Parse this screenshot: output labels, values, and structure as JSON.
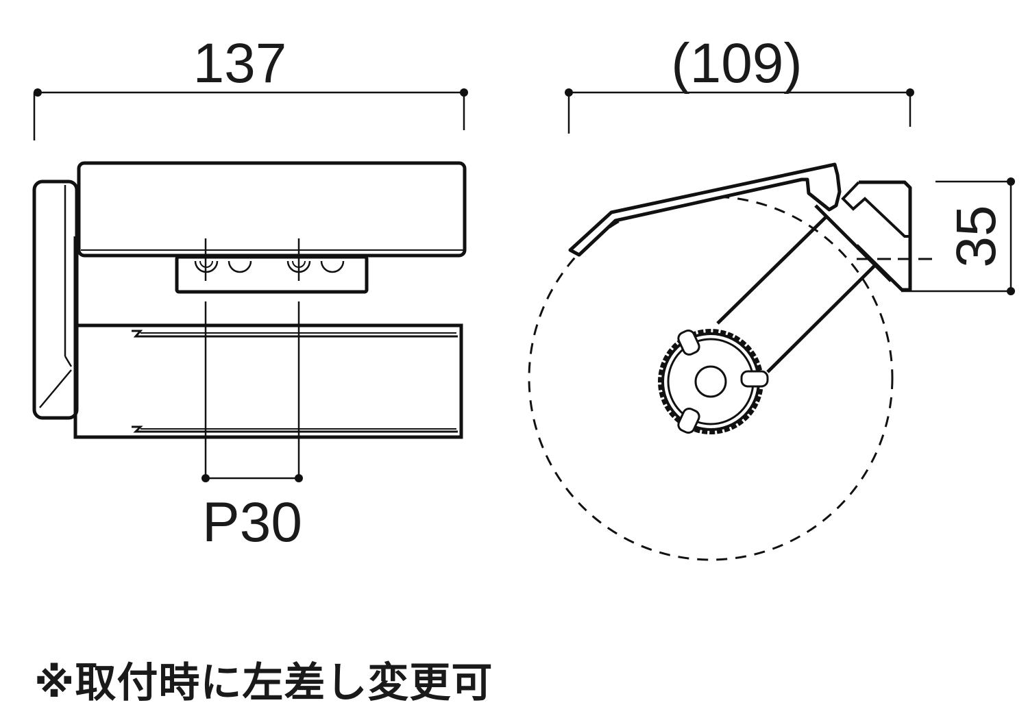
{
  "front_view": {
    "width_dimension": "137",
    "pitch_dimension": "P30"
  },
  "side_view": {
    "depth_dimension": "(109)",
    "height_dimension": "35"
  },
  "note": "※取付時に左差し変更可",
  "colors": {
    "line": "#111111",
    "background": "#ffffff"
  }
}
